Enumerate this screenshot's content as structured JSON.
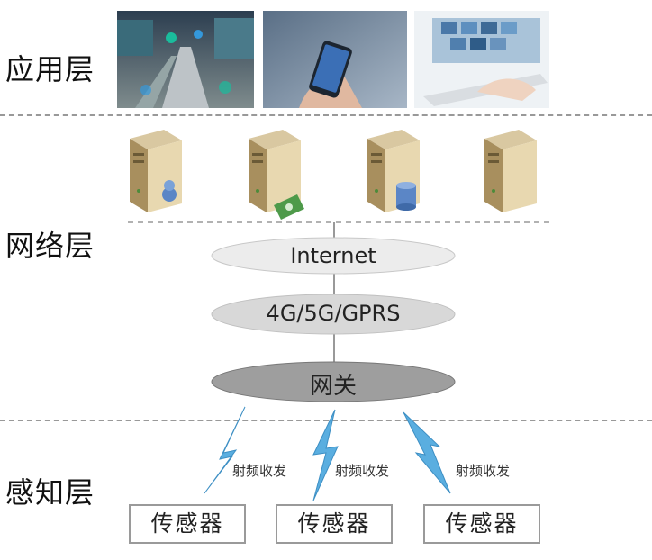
{
  "layers": {
    "application": "应用层",
    "network": "网络层",
    "perception": "感知层"
  },
  "network_nodes": {
    "internet": "Internet",
    "mobile": "4G/5G/GPRS",
    "gateway": "网关"
  },
  "rf_label": "射频收发",
  "sensor_label": "传感器",
  "colors": {
    "ellipse_light": "#e8e8e8",
    "ellipse_mid": "#d6d6d6",
    "ellipse_dark": "#9b9b9b",
    "lightning": "#5aaee0",
    "divider": "#999999"
  }
}
